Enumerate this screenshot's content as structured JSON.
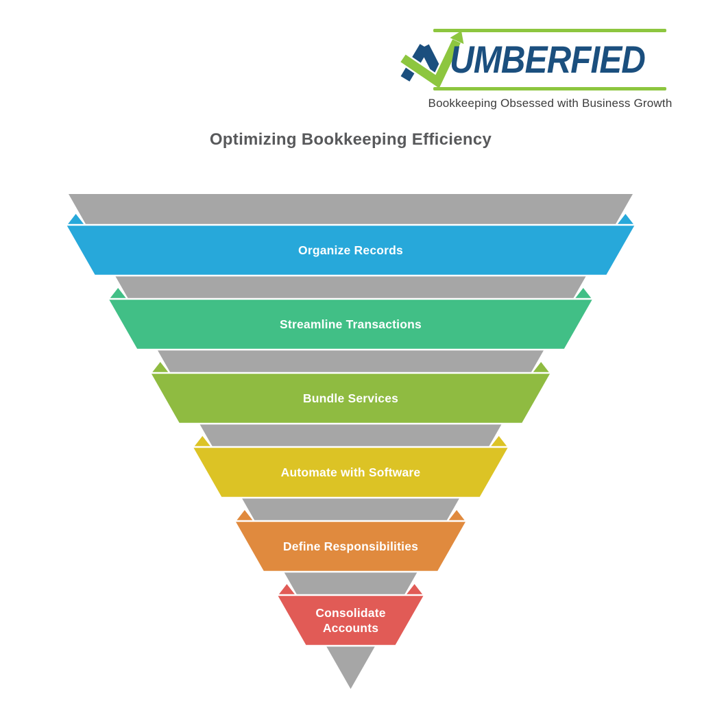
{
  "logo": {
    "brand_name": "NUMBERFIED",
    "brand_text_after_mark": "UMBERFIED",
    "tagline": "Bookkeeping Obsessed with Business Growth",
    "accent_green": "#8DC63F",
    "brand_blue": "#1B4F7E"
  },
  "title": {
    "text": "Optimizing Bookkeeping Efficiency",
    "color": "#58595B"
  },
  "funnel": {
    "base_color": "#A6A6A6",
    "label_color": "#FFFFFF",
    "bands": [
      {
        "label": "Organize Records",
        "color": "#27A8DA"
      },
      {
        "label": "Streamline Transactions",
        "color": "#41BF86"
      },
      {
        "label": "Bundle Services",
        "color": "#8FBB41"
      },
      {
        "label": "Automate with Software",
        "color": "#DCC325"
      },
      {
        "label": "Define Responsibilities",
        "color": "#E08A3E"
      },
      {
        "label": "Consolidate Accounts",
        "color": "#E15B56"
      }
    ]
  }
}
